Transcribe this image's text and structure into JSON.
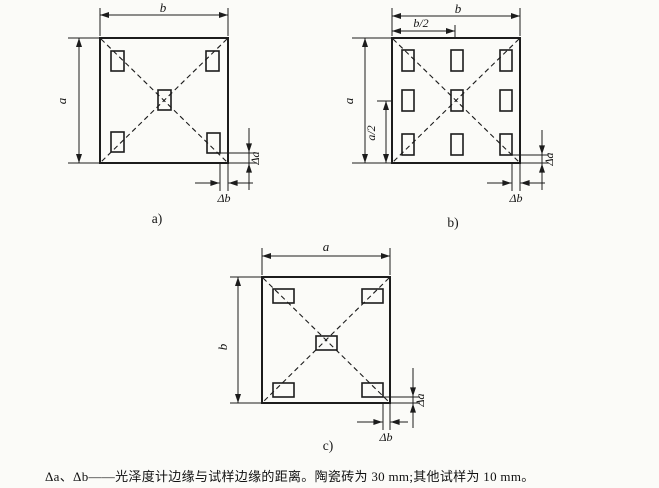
{
  "figure": {
    "panel_a": {
      "caption": "a)",
      "top_dim": "b",
      "left_dim": "a",
      "delta_a": "Δa",
      "delta_b": "Δb"
    },
    "panel_b": {
      "caption": "b)",
      "top_dim": "b",
      "top_half_dim": "b/2",
      "left_dim": "a",
      "left_half_dim": "a/2",
      "delta_a": "Δa",
      "delta_b": "Δb"
    },
    "panel_c": {
      "caption": "c)",
      "top_dim": "a",
      "left_dim": "b",
      "delta_a": "Δa",
      "delta_b": "Δb"
    },
    "footnote": "Δa、Δb——光泽度计边缘与试样边缘的距离。陶瓷砖为 30 mm;其他试样为 10 mm。",
    "colors": {
      "line": "#1c1c1c",
      "background": "#fbfbf8"
    }
  }
}
